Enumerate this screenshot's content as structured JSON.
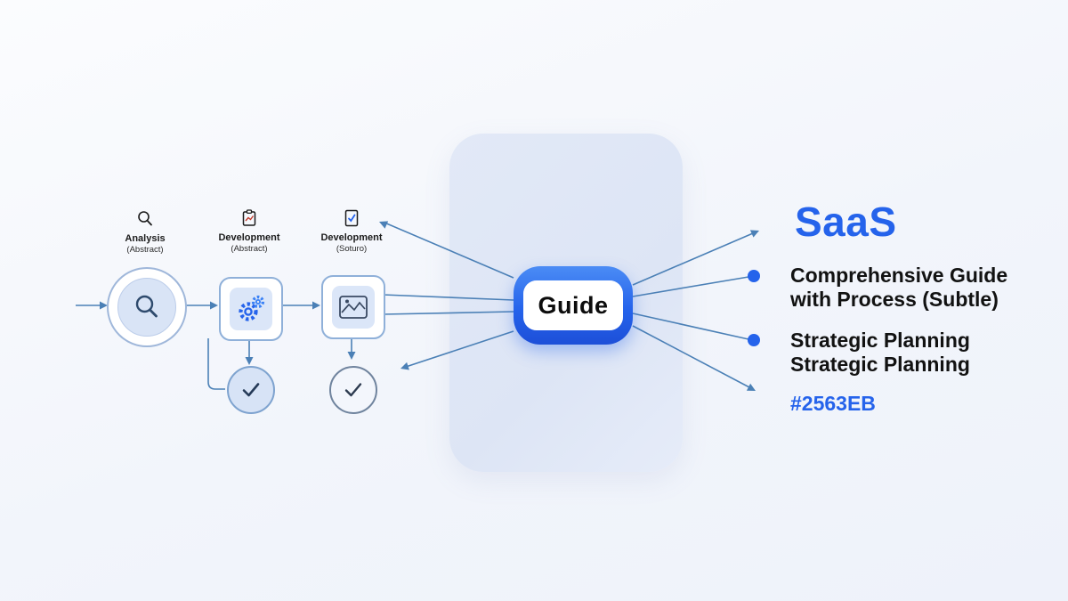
{
  "colors": {
    "accent": "#2563EB",
    "line": "#4b80b6",
    "panel": "#dde5f5",
    "background": "#f2f5fb"
  },
  "flow": {
    "steps": [
      {
        "line1": "Analysis",
        "line2": "(Abstract)",
        "icon": "magnifier-icon"
      },
      {
        "line1": "Development",
        "line2": "(Abstract)",
        "icon": "clipboard-chart-icon"
      },
      {
        "line1": "Development",
        "line2": "(Soturo)",
        "icon": "document-check-icon"
      }
    ]
  },
  "center": {
    "button_label": "Guide"
  },
  "right": {
    "title": "SaaS",
    "para1_line1": "Comprehensive Guide",
    "para1_line2": "with Process (Subtle)",
    "para2_line1": "Strategic Planning",
    "para2_line2": "Strategic Planning",
    "hex_code": "#2563EB"
  }
}
